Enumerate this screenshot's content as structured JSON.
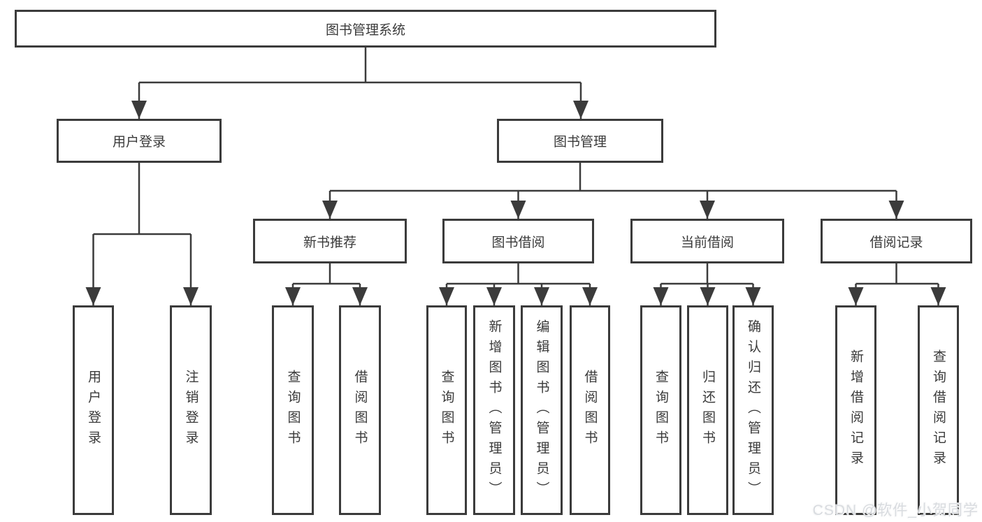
{
  "tree": {
    "label": "图书管理系统",
    "children": [
      {
        "label": "用户登录",
        "children": [
          {
            "label": "用户登录"
          },
          {
            "label": "注销登录"
          }
        ]
      },
      {
        "label": "图书管理",
        "children": [
          {
            "label": "新书推荐",
            "children": [
              {
                "label": "查询图书"
              },
              {
                "label": "借阅图书"
              }
            ]
          },
          {
            "label": "图书借阅",
            "children": [
              {
                "label": "查询图书"
              },
              {
                "label": "新增图书（管理员）"
              },
              {
                "label": "编辑图书（管理员）"
              },
              {
                "label": "借阅图书"
              }
            ]
          },
          {
            "label": "当前借阅",
            "children": [
              {
                "label": "查询图书"
              },
              {
                "label": "归还图书"
              },
              {
                "label": "确认归还（管理员）"
              }
            ]
          },
          {
            "label": "借阅记录",
            "children": [
              {
                "label": "新增借阅记录"
              },
              {
                "label": "查询借阅记录"
              }
            ]
          }
        ]
      }
    ]
  },
  "watermark": {
    "text": "CSDN @软件_小贺同学"
  },
  "colors": {
    "line": "#3b3b3b",
    "text": "#3a3a3a",
    "box_bg": "#ffffff",
    "canvas_bg": "#ffffff",
    "watermark": "#d8dbdf"
  }
}
